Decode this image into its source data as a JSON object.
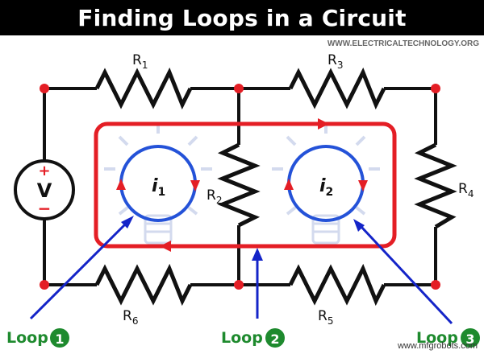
{
  "header": {
    "title": "Finding Loops in a Circuit",
    "source": "WWW.ELECTRICALTECHNOLOGY.ORG"
  },
  "components": {
    "source_label": "V",
    "source_plus": "+",
    "source_minus": "−",
    "resistors": [
      {
        "name": "R",
        "sub": "1"
      },
      {
        "name": "R",
        "sub": "3"
      },
      {
        "name": "R",
        "sub": "2"
      },
      {
        "name": "R",
        "sub": "4"
      },
      {
        "name": "R",
        "sub": "6"
      },
      {
        "name": "R",
        "sub": "5"
      }
    ]
  },
  "currents": [
    {
      "name": "i",
      "sub": "1"
    },
    {
      "name": "i",
      "sub": "2"
    }
  ],
  "loops": [
    {
      "label": "Loop",
      "number": "1"
    },
    {
      "label": "Loop",
      "number": "2"
    },
    {
      "label": "Loop",
      "number": "3"
    }
  ],
  "colors": {
    "wire": "#111111",
    "outer_loop": "#e41e25",
    "mesh": "#2452d8",
    "arrow": "#1424c8",
    "loop_label": "#1e8a2e"
  },
  "watermark": "www.mfgrobots.com"
}
